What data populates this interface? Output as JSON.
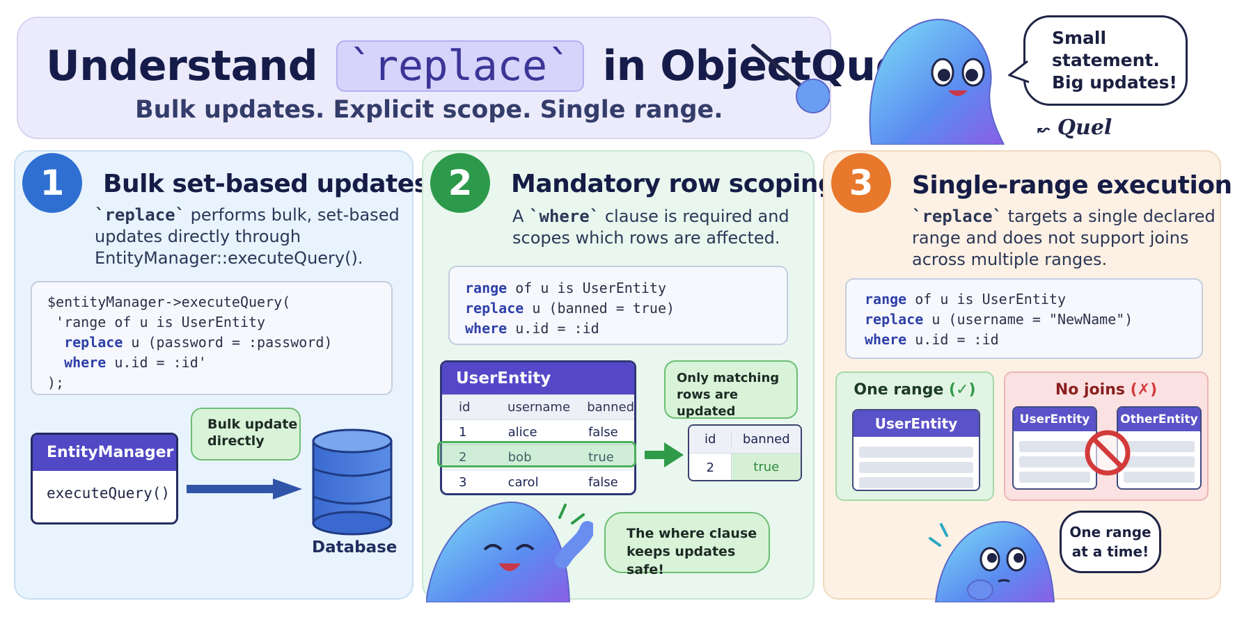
{
  "header": {
    "title_prefix": "Understand",
    "title_keyword": "`replace`",
    "title_suffix": "in ObjectQuel",
    "subtitle": "Bulk updates. Explicit scope. Single range.",
    "speech": [
      "Small",
      "statement.",
      "Big updates!"
    ],
    "mascot_label": "Quel",
    "arrow_glyph": "↜"
  },
  "panels": [
    {
      "number": "1",
      "color": "#2f6fd1",
      "title": "Bulk set-based updates",
      "desc_line1_kw": "`replace`",
      "desc_line1": " performs bulk, set-based",
      "desc_line2": "updates directly through",
      "desc_line3": "EntityManager::executeQuery().",
      "code": {
        "l1": "$entityManager->executeQuery(",
        "l2": " 'range of u is UserEntity",
        "l3_kw": "replace",
        "l3": " u (password = :password)",
        "l4_kw": "where",
        "l4": " u.id = :id'",
        "l5": ");"
      },
      "entity_manager_title": "EntityManager",
      "entity_manager_method": "executeQuery()",
      "bubble": [
        "Bulk update",
        "directly"
      ],
      "database_label": "Database"
    },
    {
      "number": "2",
      "color": "#2c9a4a",
      "title": "Mandatory row scoping",
      "desc_line1_pre": "A ",
      "desc_line1_kw": "`where`",
      "desc_line1": " clause is required and",
      "desc_line2": "scopes which rows are affected.",
      "code": {
        "l1_kw": "range",
        "l1": " of u is UserEntity",
        "l2_kw": "replace",
        "l2": " u (banned = true)",
        "l3_kw": "where",
        "l3": " u.id = :id"
      },
      "table": {
        "title": "UserEntity",
        "columns": [
          "id",
          "username",
          "banned"
        ],
        "rows": [
          [
            "1",
            "alice",
            "false"
          ],
          [
            "2",
            "bob",
            "true"
          ],
          [
            "3",
            "carol",
            "false"
          ]
        ]
      },
      "bubble_match": [
        "Only matching",
        "rows are updated"
      ],
      "result_table": {
        "columns": [
          "id",
          "banned"
        ],
        "row": [
          "2",
          "true"
        ]
      },
      "bubble_safe": [
        "The where clause",
        "keeps updates safe!"
      ]
    },
    {
      "number": "3",
      "color": "#e8782c",
      "title": "Single-range execution",
      "desc_line1_kw": "`replace`",
      "desc_line1": " targets a single declared",
      "desc_line2": "range and does not support joins",
      "desc_line3": "across multiple ranges.",
      "code": {
        "l1_kw": "range",
        "l1": " of u is UserEntity",
        "l2_kw": "replace",
        "l2": " u (username = \"NewName\")",
        "l3_kw": "where",
        "l3": " u.id = :id"
      },
      "one_range": {
        "label": "One range",
        "mark": "(✓)",
        "entity": "UserEntity"
      },
      "no_joins": {
        "label": "No joins",
        "mark": "(✗)",
        "entity_a": "UserEntity",
        "entity_b": "OtherEntity"
      },
      "bubble": [
        "One range",
        "at a time!"
      ]
    }
  ],
  "colors": {
    "purple": "#5048c4",
    "green": "#4cae5c",
    "red": "#d33a3a",
    "navy": "#1b2350"
  }
}
